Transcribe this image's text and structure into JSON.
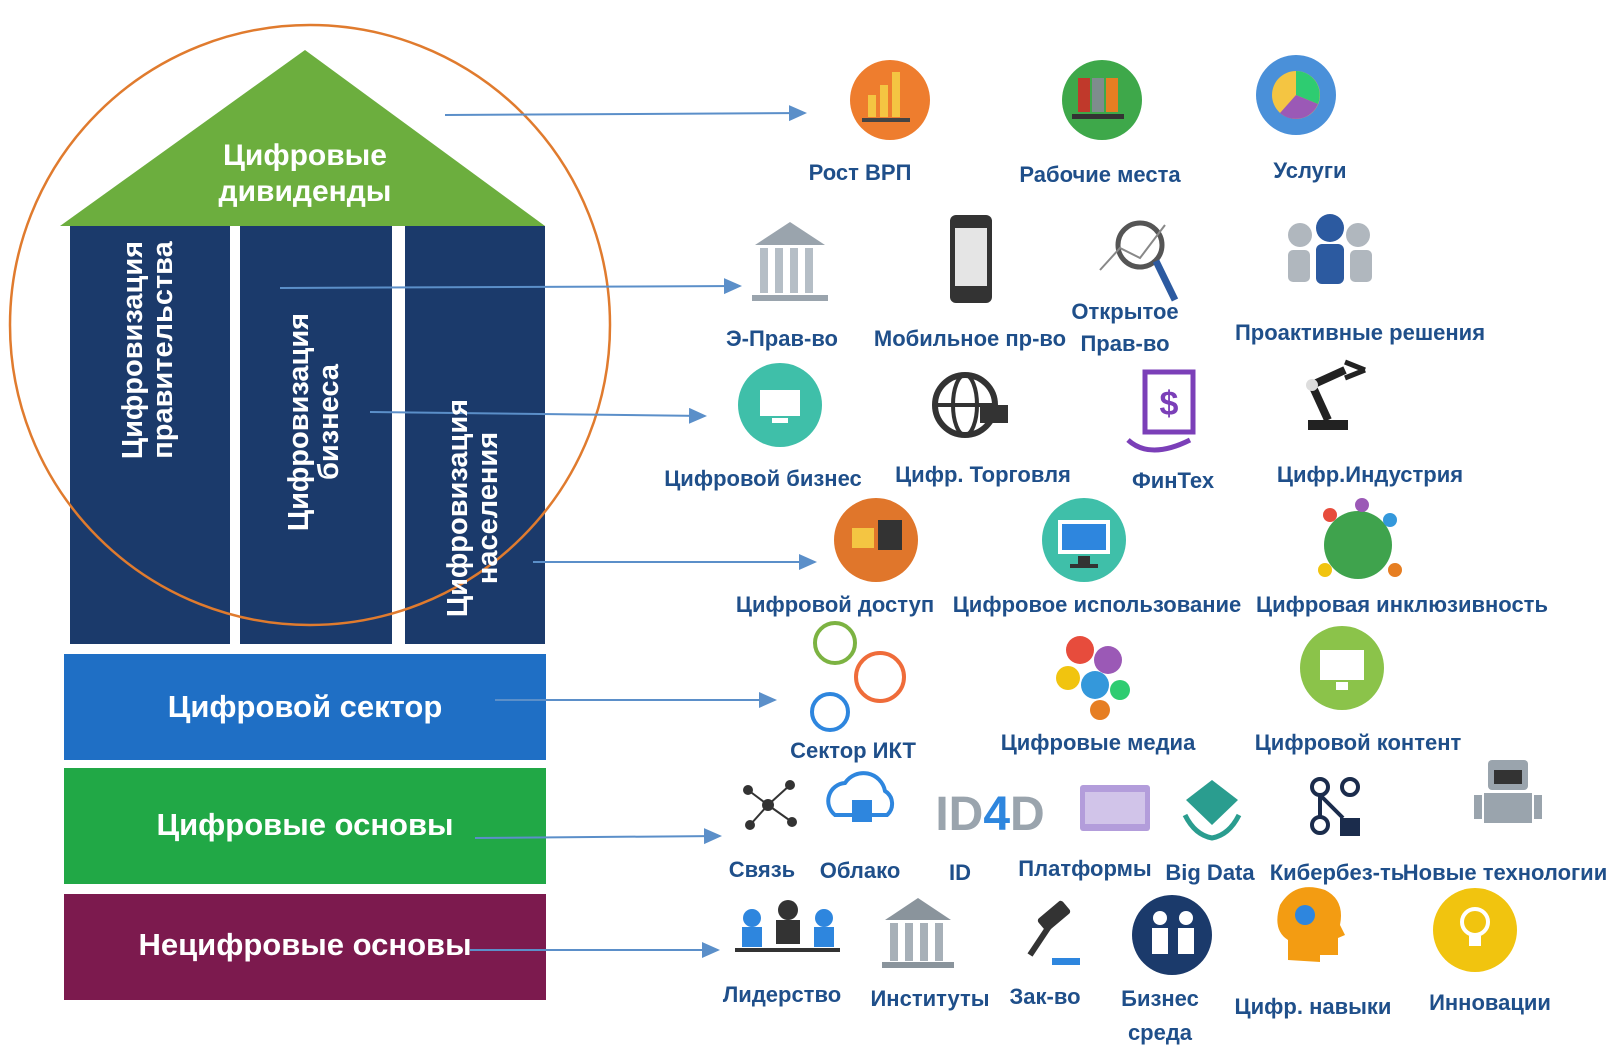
{
  "house": {
    "roof_label": "Цифровые\nдивиденды",
    "pillars": [
      "Цифровизация\nправительства",
      "Цифровизация\nбизнеса",
      "Цифровизация\nнаселения"
    ],
    "bands": {
      "digital_sector": "Цифровой сектор",
      "digital_foundations": "Цифровые основы",
      "nondigital_foundations": "Нецифровые основы"
    }
  },
  "rows": {
    "dividends": [
      "Рост ВРП",
      "Рабочие места",
      "Услуги"
    ],
    "government": [
      "Э-Прав-во",
      "Мобильное пр-во",
      "Открытое\nПрав-во",
      "Проактивные решения"
    ],
    "business": [
      "Цифровой бизнес",
      "Цифр. Торговля",
      "ФинТех",
      "Цифр.Индустрия"
    ],
    "population": [
      "Цифровой доступ",
      "Цифровое использование",
      "Цифровая инклюзивность"
    ],
    "sector": [
      "Сектор ИКТ",
      "Цифровые медиа",
      "Цифровой контент"
    ],
    "foundations": [
      "Связь",
      "Облако",
      "ID",
      "Платформы",
      "Big Data",
      "Кибербез-ть",
      "Новые технологии"
    ],
    "id4d_logo": "ID4D",
    "nondigital": [
      "Лидерство",
      "Институты",
      "Зак-во",
      "Бизнес\nсреда",
      "Цифр. навыки",
      "Инновации"
    ]
  },
  "colors": {
    "roof": "#6cae3e",
    "pillar": "#1b3a6b",
    "digital_sector": "#1f6fc5",
    "digital_foundations": "#21a846",
    "nondigital_foundations": "#7c1a4e",
    "circle": "#e07b2e",
    "arrow": "#5b8fc9",
    "label": "#1f4f8a"
  }
}
